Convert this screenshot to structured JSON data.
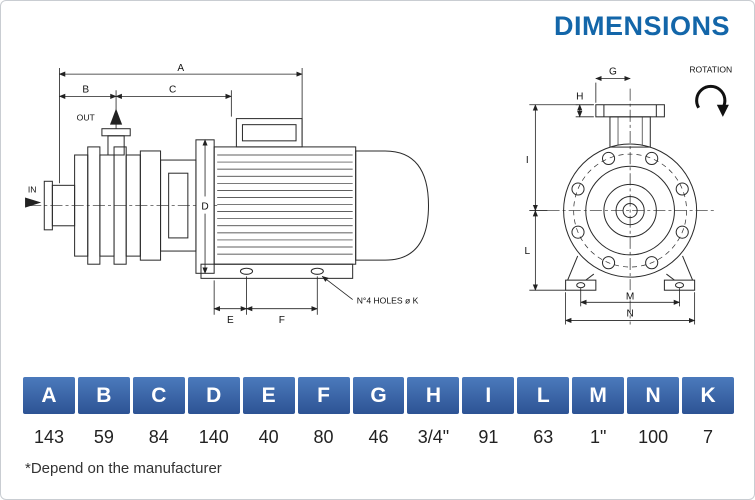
{
  "page": {
    "title": "DIMENSIONS",
    "note": "*Depend on the manufacturer"
  },
  "drawing": {
    "labels": {
      "A": "A",
      "B": "B",
      "C": "C",
      "D": "D",
      "E": "E",
      "F": "F",
      "G": "G",
      "H": "H",
      "I": "I",
      "L": "L",
      "M": "M",
      "N": "N",
      "OUT": "OUT",
      "IN": "IN",
      "ROTATION": "ROTATION",
      "HOLES": "N°4 HOLES ø K"
    }
  },
  "table": {
    "headers": [
      "A",
      "B",
      "C",
      "D",
      "E",
      "F",
      "G",
      "H",
      "I",
      "L",
      "M",
      "N",
      "K"
    ],
    "values": [
      "143",
      "59",
      "84",
      "140",
      "40",
      "80",
      "46",
      "3/4\"",
      "91",
      "63",
      "1\"",
      "100",
      "7"
    ]
  },
  "colors": {
    "title_blue": "#1366a9",
    "header_blue_top": "#4b7abc",
    "header_blue_bottom": "#2d5394"
  }
}
